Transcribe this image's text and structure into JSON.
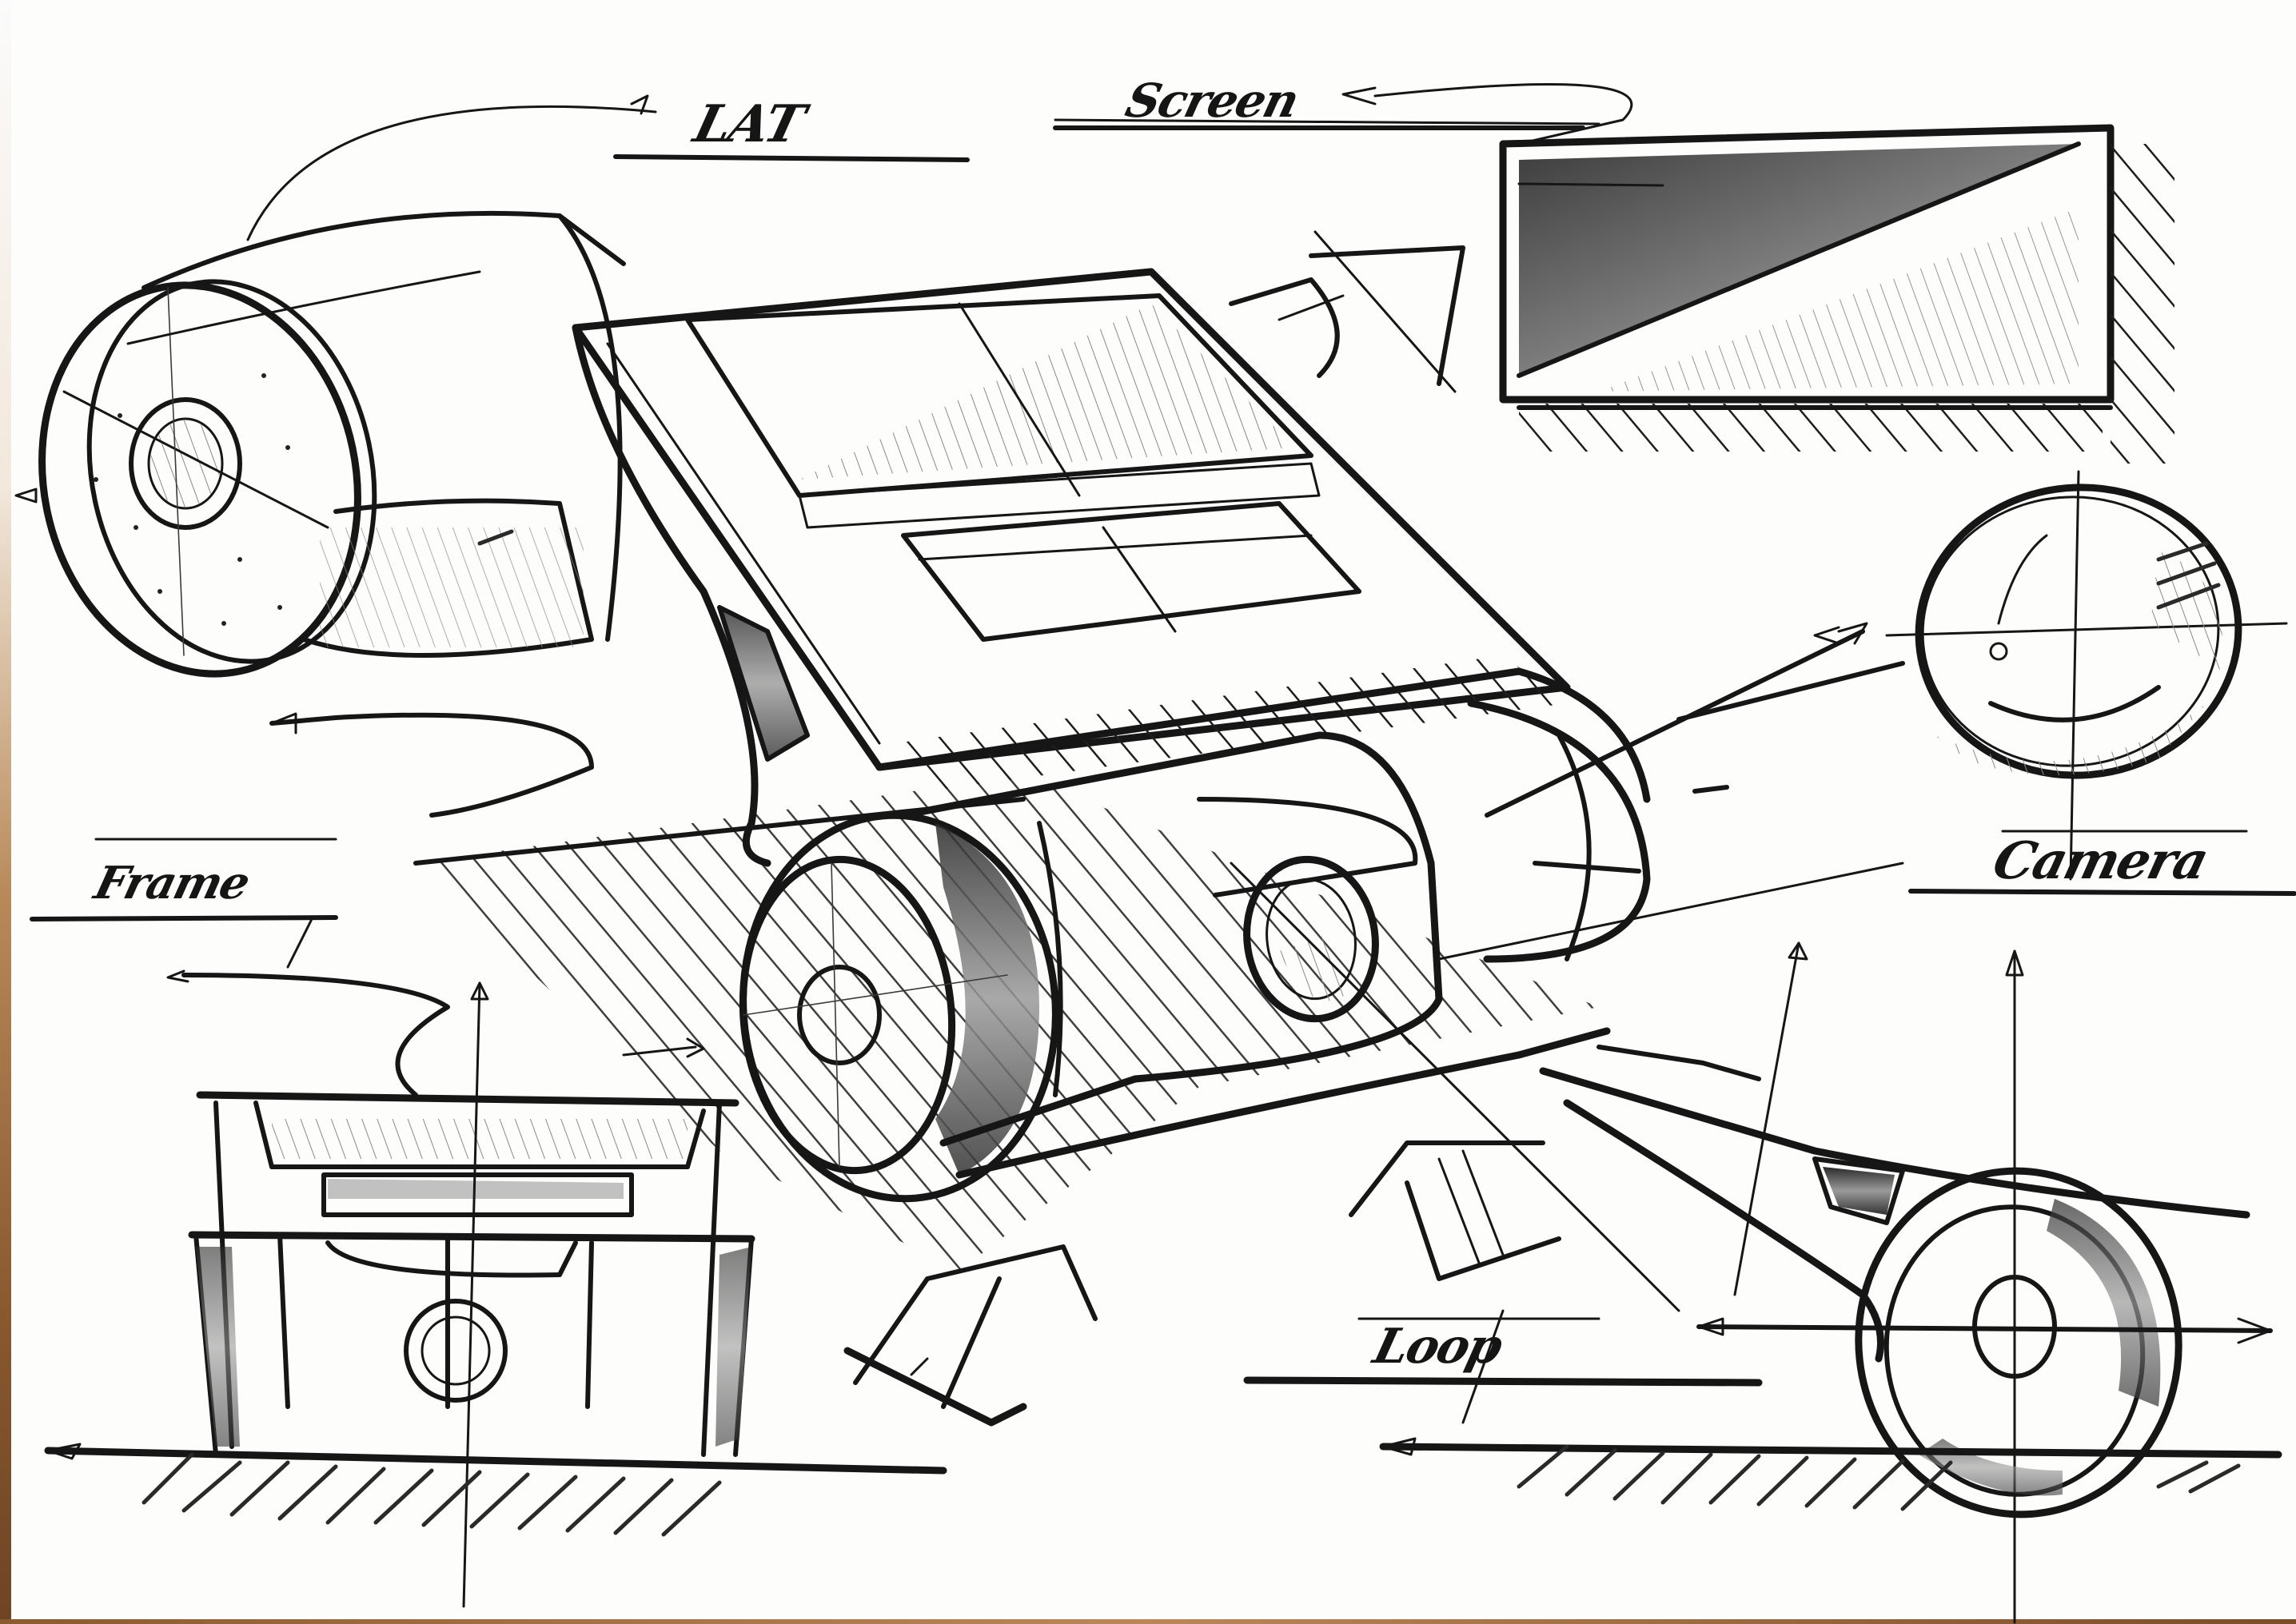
{
  "sketch": {
    "subject": "Dash camera product design sketch",
    "medium": "pencil on paper",
    "colors": {
      "paper": "#fdfdfc",
      "ink": "#161616",
      "shade": "#6d6d6d",
      "wood_edge": "#8a5a30"
    }
  },
  "labels": {
    "lat": "LAT",
    "screen": "Screen",
    "camera": "Camera",
    "frame": "Frame",
    "loop": "Loop"
  },
  "views": [
    {
      "id": "lat-view",
      "label": "LAT",
      "description": "Cylindrical lens housing, perspective"
    },
    {
      "id": "screen-view",
      "label": "Screen",
      "description": "Rectangular display, shaded"
    },
    {
      "id": "camera-view",
      "label": "Camera",
      "description": "Round camera lens, front"
    },
    {
      "id": "frame-view",
      "label": "Frame",
      "description": "Front elevation of device"
    },
    {
      "id": "loop-view",
      "label": "Loop",
      "description": "Side elevation with mounting arm"
    },
    {
      "id": "main-view",
      "label": "",
      "description": "Main 3/4 perspective of dash cam"
    }
  ]
}
